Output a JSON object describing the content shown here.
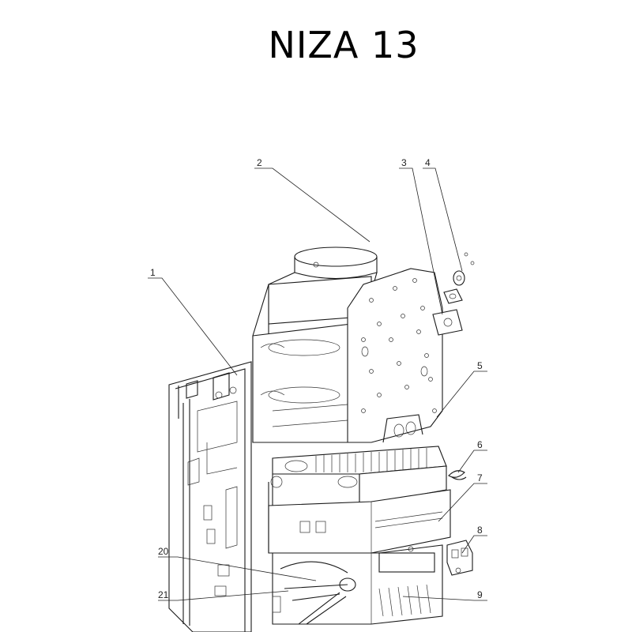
{
  "title": "NIZA 13",
  "callouts": [
    {
      "num": "1"
    },
    {
      "num": "2"
    },
    {
      "num": "3"
    },
    {
      "num": "4"
    },
    {
      "num": "5"
    },
    {
      "num": "6"
    },
    {
      "num": "7"
    },
    {
      "num": "8"
    },
    {
      "num": "20"
    },
    {
      "num": "9"
    },
    {
      "num": "21"
    }
  ]
}
